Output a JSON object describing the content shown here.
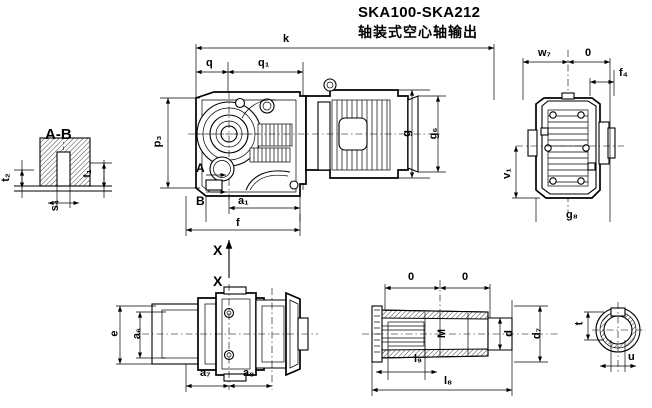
{
  "drawing": {
    "title": "SKA100-SKA212",
    "subtitle": "轴装式空心轴输出",
    "section_label": "A-B",
    "view_markers": {
      "x_upper": "X",
      "x_lower": "X",
      "a_marker": "A",
      "b_marker": "B"
    },
    "dimensions": {
      "k": "k",
      "q": "q",
      "q1": "q₁",
      "p3": "p₃",
      "a1": "a₁",
      "f": "f",
      "g": "g",
      "g6": "g₆",
      "w7": "w₇",
      "o_right": "0",
      "f4": "f₄",
      "v1": "v₁",
      "g8": "g₈",
      "e": "e",
      "a6": "a₆",
      "a7": "a₇",
      "a8": "a₈",
      "o_left_shaft": "0",
      "o_right_shaft": "0",
      "m": "M",
      "d": "d",
      "d7": "d₇",
      "l9": "l₉",
      "l8": "l₈",
      "t": "t",
      "u": "u",
      "t2": "t₂",
      "t1": "t₁",
      "s4": "s₄"
    },
    "colors": {
      "line": "#000000",
      "background": "#ffffff"
    }
  }
}
